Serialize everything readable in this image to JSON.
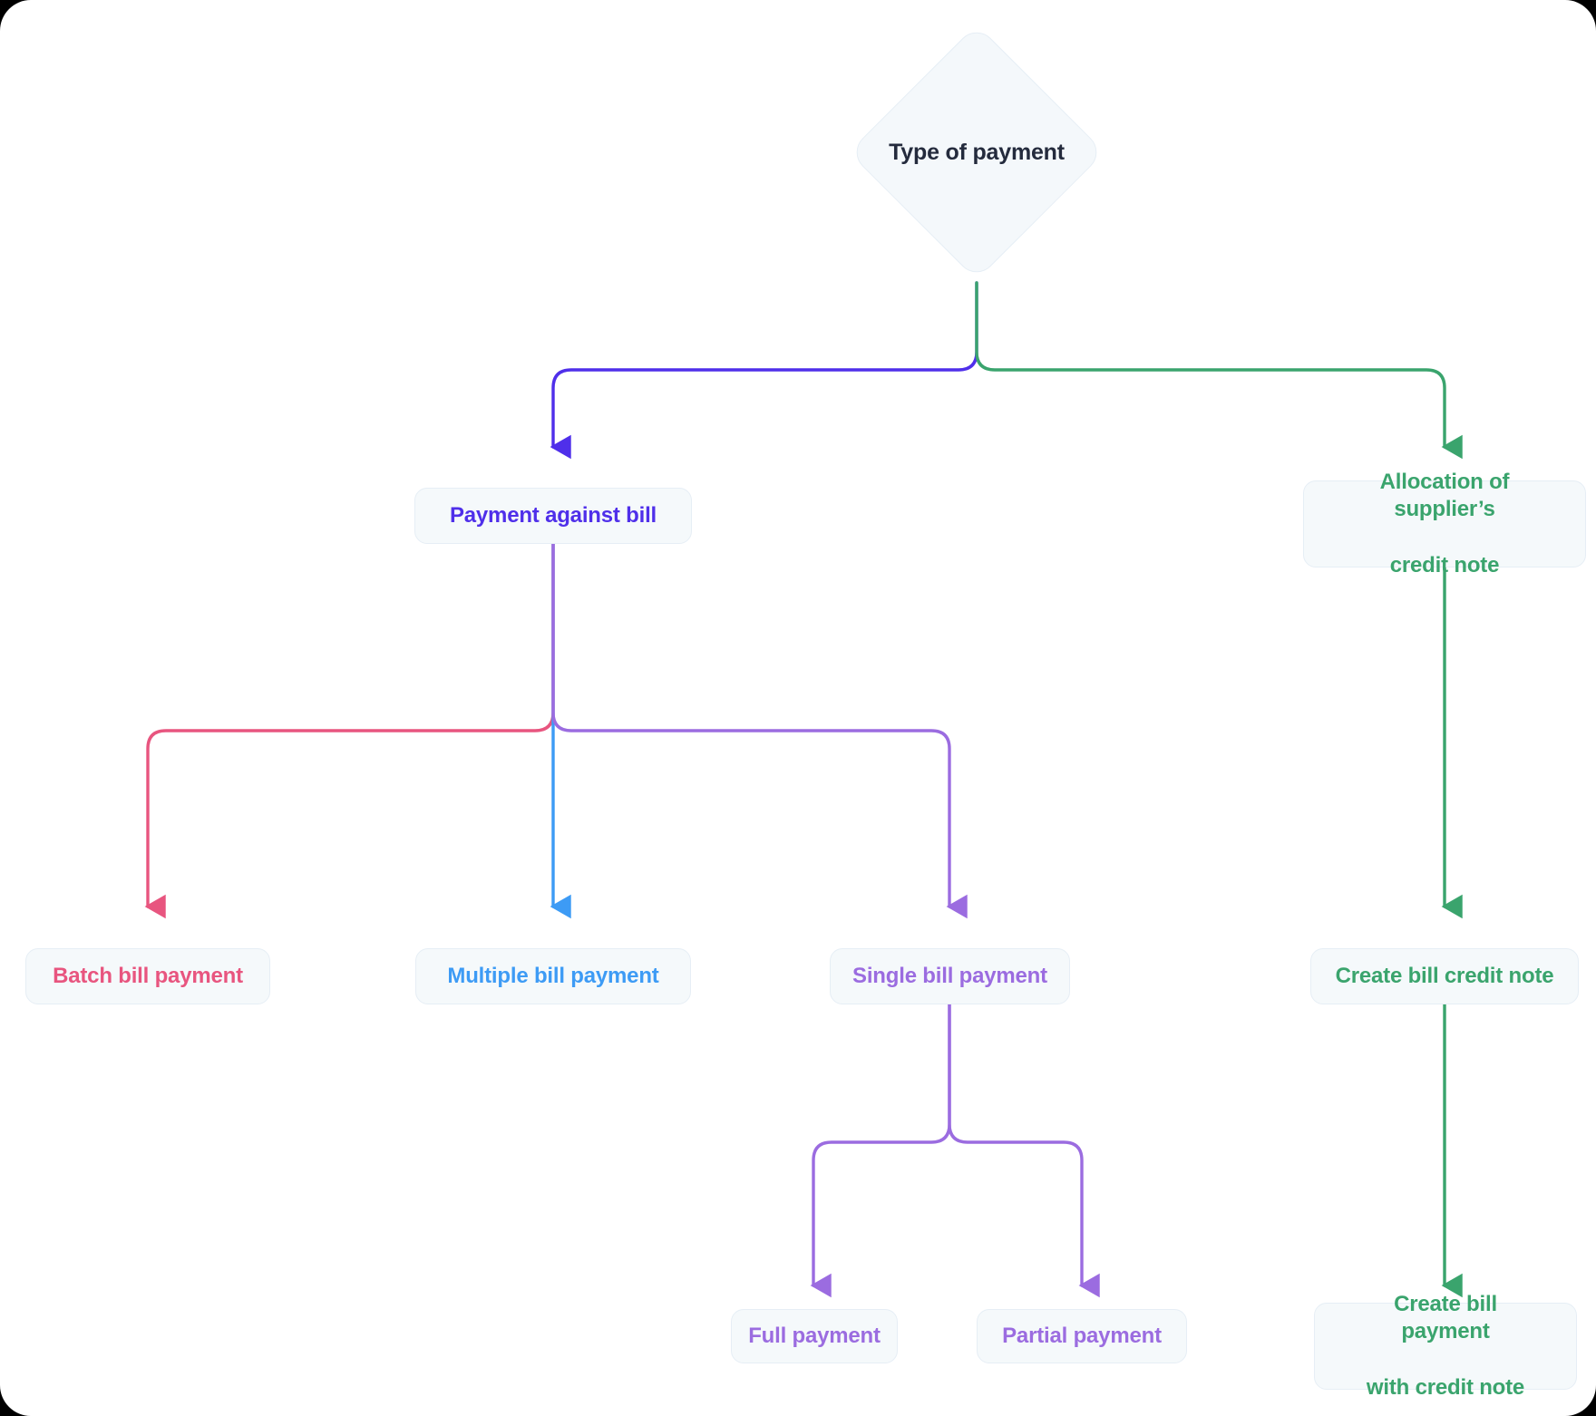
{
  "diagram": {
    "title_node": {
      "label": "Type of payment",
      "shape": "diamond",
      "color": "#242b3d"
    },
    "palette": {
      "indigo": "#4f2fea",
      "green": "#3aa46d",
      "blue": "#3d9bf5",
      "rose": "#e8557f",
      "purple": "#9b6ce0",
      "node_fill": "#f5f9fb",
      "node_border": "#e6eef5",
      "canvas": "#ffffff",
      "page": "#000000"
    },
    "nodes": [
      {
        "id": "payment-against-bill",
        "label": "Payment against bill",
        "color": "#4f2fea"
      },
      {
        "id": "allocation-credit-note",
        "label": "Allocation of supplier’s credit note",
        "line1": "Allocation of supplier’s",
        "line2": "credit note",
        "color": "#3aa46d"
      },
      {
        "id": "batch-bill-payment",
        "label": "Batch bill payment",
        "color": "#e8557f"
      },
      {
        "id": "multiple-bill-payment",
        "label": "Multiple bill payment",
        "color": "#3d9bf5"
      },
      {
        "id": "single-bill-payment",
        "label": "Single bill payment",
        "color": "#9b6ce0"
      },
      {
        "id": "create-bill-credit-note",
        "label": "Create bill credit note",
        "color": "#3aa46d"
      },
      {
        "id": "full-payment",
        "label": "Full payment",
        "color": "#9b6ce0"
      },
      {
        "id": "partial-payment",
        "label": "Partial payment",
        "color": "#9b6ce0"
      },
      {
        "id": "create-bill-payment-with-credit-note",
        "label": "Create bill payment with credit note",
        "line1": "Create bill payment",
        "line2": "with credit note",
        "color": "#3aa46d"
      }
    ],
    "edges": [
      {
        "from": "type-of-payment",
        "to": "payment-against-bill",
        "color": "#4f2fea"
      },
      {
        "from": "type-of-payment",
        "to": "allocation-credit-note",
        "color": "#3aa46d"
      },
      {
        "from": "payment-against-bill",
        "to": "batch-bill-payment",
        "color": "#e8557f"
      },
      {
        "from": "payment-against-bill",
        "to": "multiple-bill-payment",
        "color": "#3d9bf5"
      },
      {
        "from": "payment-against-bill",
        "to": "single-bill-payment",
        "color": "#9b6ce0"
      },
      {
        "from": "allocation-credit-note",
        "to": "create-bill-credit-note",
        "color": "#3aa46d"
      },
      {
        "from": "single-bill-payment",
        "to": "full-payment",
        "color": "#9b6ce0"
      },
      {
        "from": "single-bill-payment",
        "to": "partial-payment",
        "color": "#9b6ce0"
      },
      {
        "from": "create-bill-credit-note",
        "to": "create-bill-payment-with-credit-note",
        "color": "#3aa46d"
      }
    ]
  }
}
